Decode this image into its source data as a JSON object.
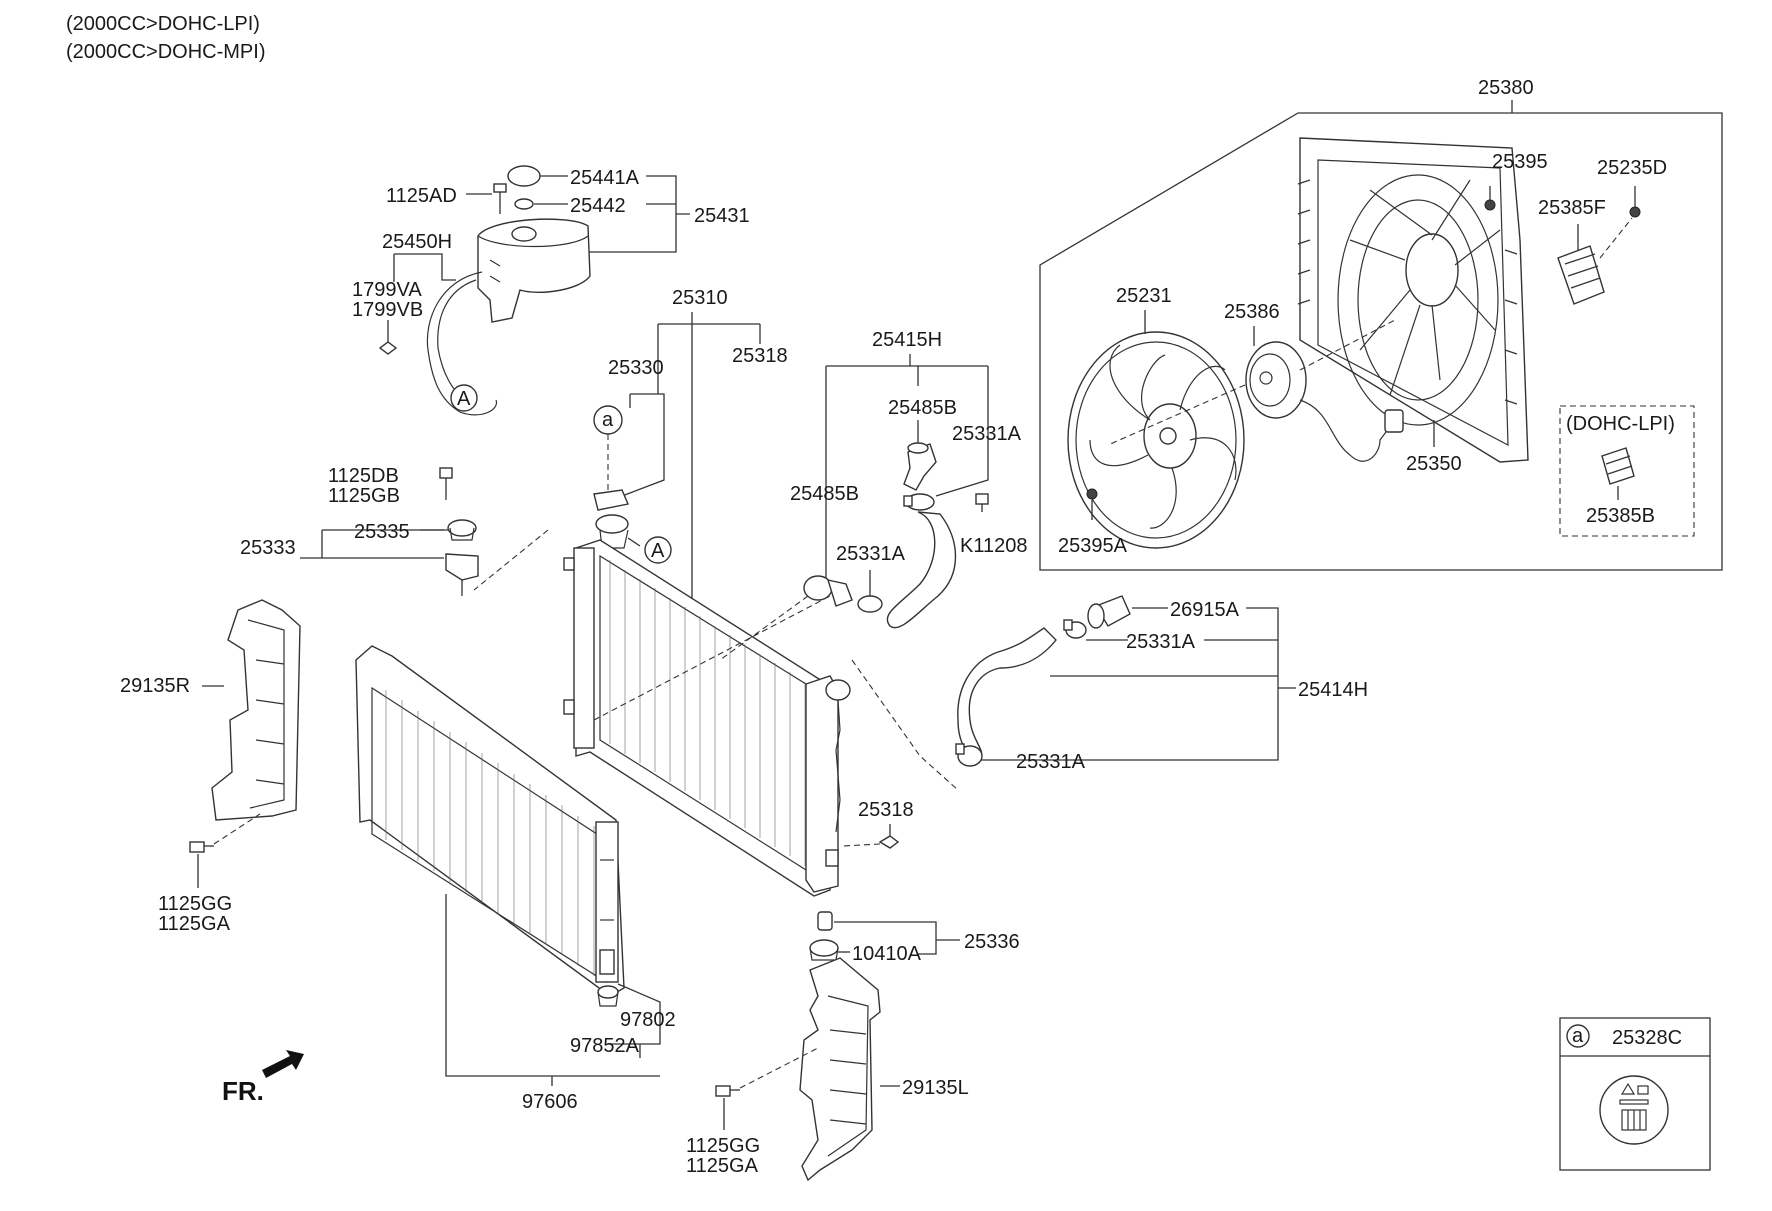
{
  "header": {
    "line1": "(2000CC>DOHC-LPI)",
    "line2": "(2000CC>DOHC-MPI)"
  },
  "labels": {
    "p25380": "25380",
    "p25395": "25395",
    "p25235D": "25235D",
    "p25385F": "25385F",
    "p25231": "25231",
    "p25386": "25386",
    "p25350": "25350",
    "dohc_lpi": "(DOHC-LPI)",
    "p25385B": "25385B",
    "p25395A": "25395A",
    "p25441A": "25441A",
    "p1125AD": "1125AD",
    "p25442": "25442",
    "p25431": "25431",
    "p25450H": "25450H",
    "p1799VA": "1799VA",
    "p1799VB": "1799VB",
    "p25310": "25310",
    "p25318_top": "25318",
    "p25330": "25330",
    "p25415H": "25415H",
    "p25485B_1": "25485B",
    "p25331A_1": "25331A",
    "p25485B_2": "25485B",
    "p25331A_2": "25331A",
    "pK11208": "K11208",
    "p1125DB": "1125DB",
    "p1125GB": "1125GB",
    "p25333": "25333",
    "p25335": "25335",
    "p26915A": "26915A",
    "p25331A_3": "25331A",
    "p25414H": "25414H",
    "p25331A_4": "25331A",
    "p29135R": "29135R",
    "p25318_mid": "25318",
    "p1125GG_1": "1125GG",
    "p1125GA_1": "1125GA",
    "p25336": "25336",
    "p10410A": "10410A",
    "p97802": "97802",
    "p97852A": "97852A",
    "p97606": "97606",
    "p29135L": "29135L",
    "p1125GG_2": "1125GG",
    "p1125GA_2": "1125GA",
    "p25328C": "25328C",
    "callout_a": "a",
    "callout_A1": "A",
    "callout_A2": "A",
    "legend_a": "a",
    "fr": "FR."
  }
}
